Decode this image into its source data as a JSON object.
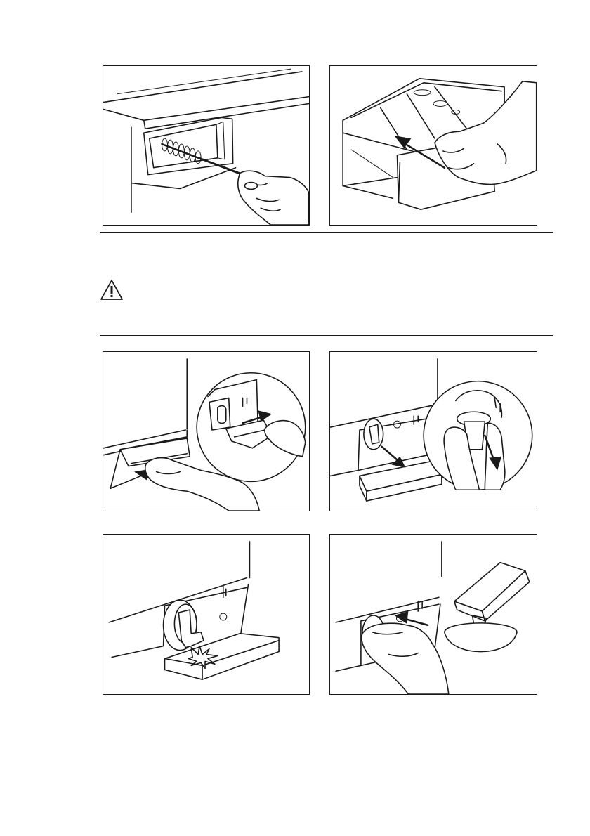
{
  "figures": [
    {
      "id": "brush-cleaning-dispenser-recess",
      "icons": [
        "brush-icon",
        "hand-icon"
      ]
    },
    {
      "id": "insert-dispenser-drawer",
      "icons": [
        "dispenser-drawer-icon",
        "arrow-icon",
        "hand-icon"
      ]
    },
    {
      "id": "open-filter-cover",
      "icons": [
        "filter-flap-icon",
        "arrow-icon",
        "hand-icon"
      ]
    },
    {
      "id": "drain-filter-into-tray",
      "icons": [
        "filter-icon",
        "tray-icon",
        "arrow-icon"
      ]
    },
    {
      "id": "water-flows-into-tray",
      "icons": [
        "filter-icon",
        "tray-icon",
        "water-icon"
      ]
    },
    {
      "id": "refit-filter-empty-tray",
      "icons": [
        "filter-icon",
        "arrow-icon",
        "bowl-icon",
        "tray-icon"
      ]
    }
  ],
  "warning": {
    "icon": "warning-triangle-icon",
    "color": "#1a1a1a"
  }
}
